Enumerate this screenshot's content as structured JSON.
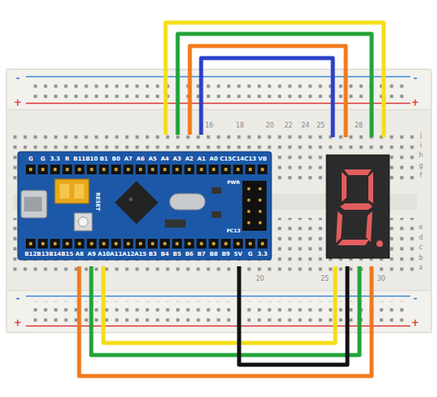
{
  "diagram": {
    "labels": [
      "G",
      "G",
      "3.3",
      "R",
      "B11",
      "B10",
      "B1",
      "B0",
      "A7",
      "A6",
      "A5",
      "A4",
      "A3",
      "A2",
      "A1",
      "A0",
      "C15",
      "C14",
      "C13",
      "VB",
      "B12",
      "B13",
      "B14",
      "B15",
      "A8",
      "A9",
      "A10",
      "A11",
      "A12",
      "A15",
      "B3",
      "B4",
      "B5",
      "B6",
      "B7",
      "B8",
      "B9",
      "5V",
      "G",
      "3.3",
      "RESET",
      "PWR",
      "PC13",
      "16",
      "18",
      "20",
      "22",
      "24",
      "25",
      "28",
      "20",
      "25",
      "30",
      "j",
      "i",
      "h",
      "g",
      "f",
      "e",
      "d",
      "c",
      "b",
      "a",
      "-",
      "+",
      "-",
      "+",
      "-",
      "+",
      "-",
      "+"
    ]
  }
}
